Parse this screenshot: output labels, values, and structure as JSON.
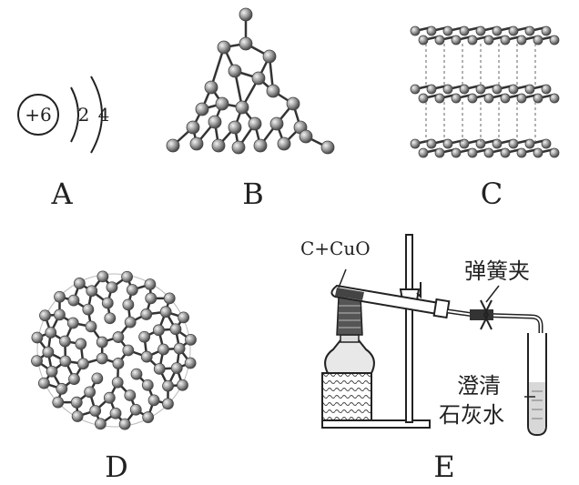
{
  "panels": {
    "a": {
      "label": "A",
      "nucleus": "+6",
      "shell1": "2",
      "shell2": "4"
    },
    "b": {
      "label": "B"
    },
    "c": {
      "label": "C"
    },
    "d": {
      "label": "D"
    },
    "e": {
      "label": "E",
      "reactants": "C+CuO",
      "clamp_label": "弹簧夹",
      "limewater_line1": "澄清",
      "limewater_line2": "石灰水"
    }
  },
  "colors": {
    "ink": "#222222",
    "atom_fill": "#9a9a9a",
    "atom_stroke": "#555555"
  }
}
